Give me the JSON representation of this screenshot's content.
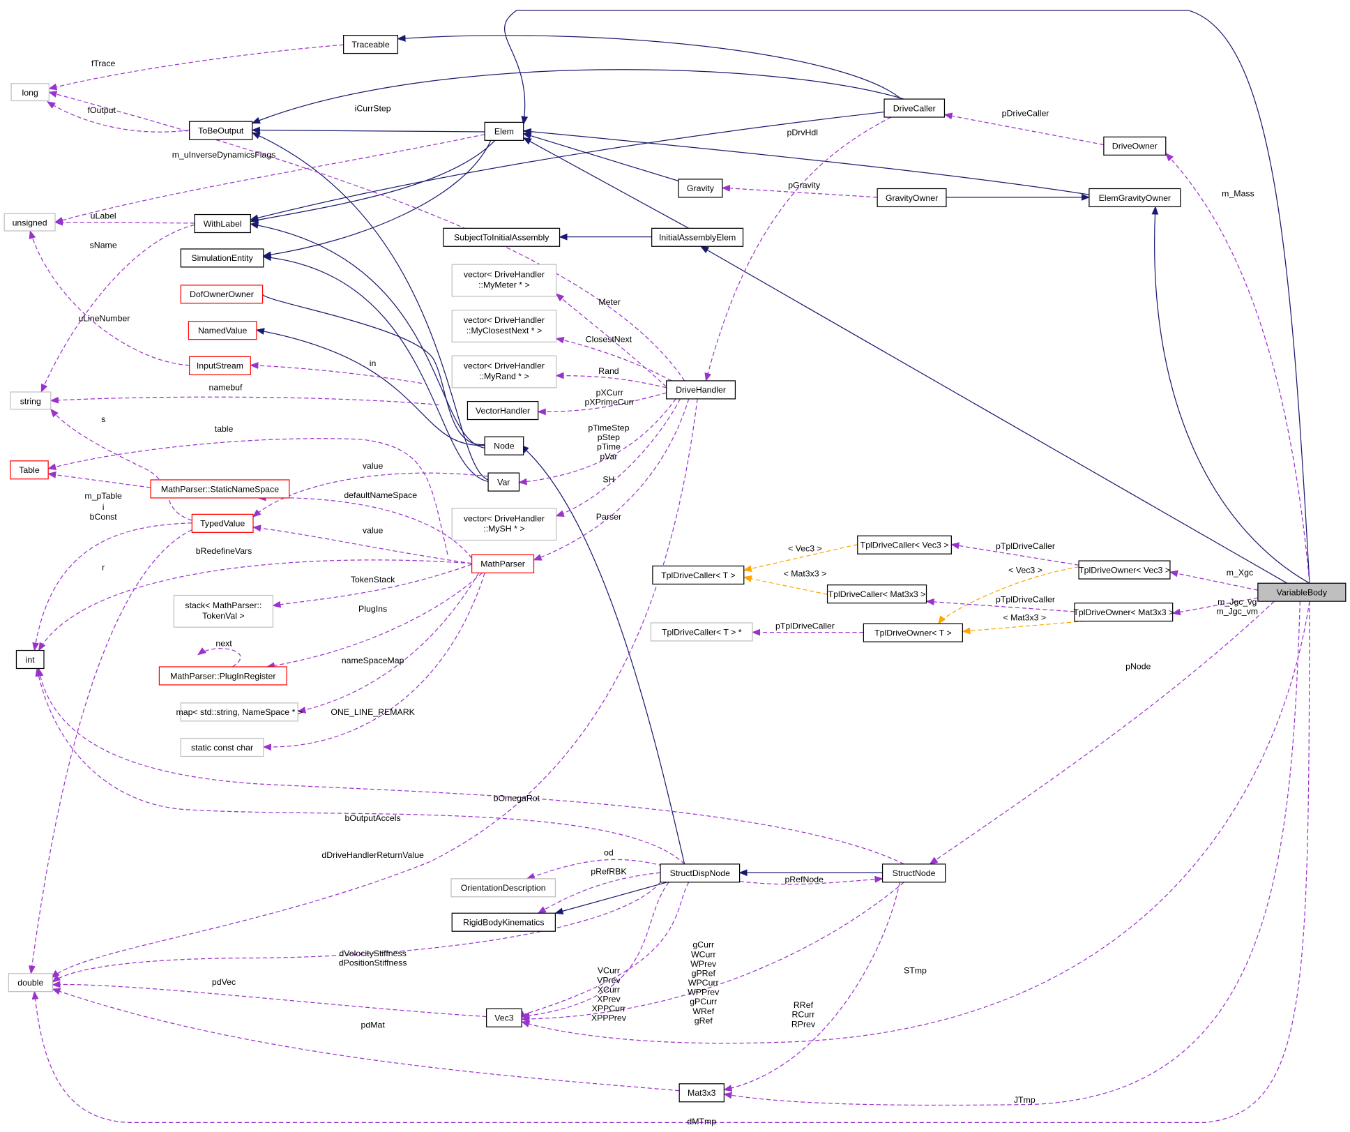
{
  "diagram": {
    "title": "VariableBody collaboration graph",
    "nodes": [
      {
        "id": "long",
        "label": "long",
        "style": "ext"
      },
      {
        "id": "Traceable",
        "label": "Traceable",
        "style": "normal"
      },
      {
        "id": "ToBeOutput",
        "label": "ToBeOutput",
        "style": "normal"
      },
      {
        "id": "Elem",
        "label": "Elem",
        "style": "normal"
      },
      {
        "id": "DriveCaller",
        "label": "DriveCaller",
        "style": "normal"
      },
      {
        "id": "DriveOwner",
        "label": "DriveOwner",
        "style": "normal"
      },
      {
        "id": "unsigned",
        "label": "unsigned",
        "style": "ext"
      },
      {
        "id": "WithLabel",
        "label": "WithLabel",
        "style": "normal"
      },
      {
        "id": "Gravity",
        "label": "Gravity",
        "style": "normal"
      },
      {
        "id": "GravityOwner",
        "label": "GravityOwner",
        "style": "normal"
      },
      {
        "id": "ElemGravityOwner",
        "label": "ElemGravityOwner",
        "style": "normal"
      },
      {
        "id": "SimulationEntity",
        "label": "SimulationEntity",
        "style": "normal"
      },
      {
        "id": "SubjectToInitialAssembly",
        "label": "SubjectToInitialAssembly",
        "style": "normal"
      },
      {
        "id": "InitialAssemblyElem",
        "label": "InitialAssemblyElem",
        "style": "normal"
      },
      {
        "id": "DofOwnerOwner",
        "label": "DofOwnerOwner",
        "style": "red"
      },
      {
        "id": "vecMeter",
        "label": "vector< DriveHandler\n::MyMeter * >",
        "style": "ext"
      },
      {
        "id": "vecClosest",
        "label": "vector< DriveHandler\n::MyClosestNext * >",
        "style": "ext"
      },
      {
        "id": "NamedValue",
        "label": "NamedValue",
        "style": "red"
      },
      {
        "id": "InputStream",
        "label": "InputStream",
        "style": "red"
      },
      {
        "id": "vecRand",
        "label": "vector< DriveHandler\n::MyRand * >",
        "style": "ext"
      },
      {
        "id": "DriveHandler",
        "label": "DriveHandler",
        "style": "normal"
      },
      {
        "id": "string",
        "label": "string",
        "style": "ext"
      },
      {
        "id": "VectorHandler",
        "label": "VectorHandler",
        "style": "normal"
      },
      {
        "id": "Node",
        "label": "Node",
        "style": "normal"
      },
      {
        "id": "Table",
        "label": "Table",
        "style": "red"
      },
      {
        "id": "StaticNameSpace",
        "label": "MathParser::StaticNameSpace",
        "style": "red"
      },
      {
        "id": "Var",
        "label": "Var",
        "style": "normal"
      },
      {
        "id": "vecSH",
        "label": "vector< DriveHandler\n::MySH * >",
        "style": "ext"
      },
      {
        "id": "TypedValue",
        "label": "TypedValue",
        "style": "red"
      },
      {
        "id": "MathParser",
        "label": "MathParser",
        "style": "red"
      },
      {
        "id": "TplDriveCallerVec3",
        "label": "TplDriveCaller< Vec3 >",
        "style": "normal"
      },
      {
        "id": "TplDriveOwnerVec3",
        "label": "TplDriveOwner< Vec3 >",
        "style": "normal"
      },
      {
        "id": "TplDriveCallerT",
        "label": "TplDriveCaller< T >",
        "style": "normal"
      },
      {
        "id": "TplDriveCallerMat",
        "label": "TplDriveCaller< Mat3x3 >",
        "style": "normal"
      },
      {
        "id": "VariableBody",
        "label": "VariableBody",
        "style": "main"
      },
      {
        "id": "TplDriveOwnerMat",
        "label": "TplDriveOwner< Mat3x3 >",
        "style": "normal"
      },
      {
        "id": "stack",
        "label": "stack< MathParser::\nTokenVal >",
        "style": "ext"
      },
      {
        "id": "TplDriveCallerTptr",
        "label": "TplDriveCaller< T > *",
        "style": "ext"
      },
      {
        "id": "TplDriveOwnerT",
        "label": "TplDriveOwner< T >",
        "style": "normal"
      },
      {
        "id": "int",
        "label": "int",
        "style": "normal"
      },
      {
        "id": "PlugInRegister",
        "label": "MathParser::PlugInRegister",
        "style": "red"
      },
      {
        "id": "map",
        "label": "map< std::string, NameSpace * >",
        "style": "ext"
      },
      {
        "id": "staticconstchar",
        "label": "static const char",
        "style": "ext"
      },
      {
        "id": "OrientationDescription",
        "label": "OrientationDescription",
        "style": "ext"
      },
      {
        "id": "StructDispNode",
        "label": "StructDispNode",
        "style": "normal"
      },
      {
        "id": "StructNode",
        "label": "StructNode",
        "style": "normal"
      },
      {
        "id": "RigidBodyKinematics",
        "label": "RigidBodyKinematics",
        "style": "normal"
      },
      {
        "id": "double",
        "label": "double",
        "style": "ext"
      },
      {
        "id": "Vec3",
        "label": "Vec3",
        "style": "normal"
      },
      {
        "id": "Mat3x3",
        "label": "Mat3x3",
        "style": "normal"
      }
    ],
    "edge_labels": {
      "fTrace": "fTrace",
      "fOutput": "fOutput",
      "iCurrStep": "iCurrStep",
      "pDriveCaller": "pDriveCaller",
      "pDrvHdl": "pDrvHdl",
      "mInv": "m_uInverseDynamicsFlags",
      "pGravity": "pGravity",
      "mMass": "m_Mass",
      "uLabel": "uLabel",
      "sName": "sName",
      "meter": "Meter",
      "uLineNumber": "uLineNumber",
      "closest": "ClosestNext",
      "in": "in",
      "rand": "Rand",
      "namebuf": "namebuf",
      "pXCurr": "pXCurr\npXPrimeCurr",
      "pTime": "pTimeStep\npStep\npTime\npVar",
      "s": "s",
      "table": "table",
      "value1": "value",
      "mPTable": "m_pTable",
      "SH": "SH",
      "defNS": "defaultNameSpace",
      "iConst": "i\nbConst",
      "value2": "value",
      "parser": "Parser",
      "bRedef": "bRedefineVars",
      "r": "r",
      "ltVec3": "< Vec3 >",
      "pTplDC1": "pTplDriveCaller",
      "ltMat": "< Mat3x3 >",
      "ltVec3b": "< Vec3 >",
      "mXgc": "m_Xgc",
      "pTplDC2": "pTplDriveCaller",
      "mJgc": "m_Jgc_vg\nm_Jgc_vm",
      "ltMatb": "< Mat3x3 >",
      "tokenStack": "TokenStack",
      "pTplDC3": "pTplDriveCaller",
      "plugIns": "PlugIns",
      "next": "next",
      "pNode": "pNode",
      "nsMap": "nameSpaceMap",
      "oneLine": "ONE_LINE_REMARK",
      "bOmega": "bOmegaRot",
      "bOutAcc": "bOutputAccels",
      "dDrive": "dDriveHandlerReturnValue",
      "od": "od",
      "pRefRBK": "pRefRBK",
      "pRefNode": "pRefNode",
      "gCurr": "gCurr\nWCurr\nWPrev\ngPRef\nWPCurr\nWPPrev\ngPCurr\nWRef\ngRef",
      "dStiff": "dVelocityStiffness\ndPositionStiffness",
      "VCurr": "VCurr\nVPrev\nXCurr\nXPrev\nXPPCurr\nXPPPrev",
      "STmp": "STmp",
      "pdVec": "pdVec",
      "RRef": "RRef\nRCurr\nRPrev",
      "pdMat": "pdMat",
      "JTmp": "JTmp",
      "dMTmp": "dMTmp"
    }
  }
}
